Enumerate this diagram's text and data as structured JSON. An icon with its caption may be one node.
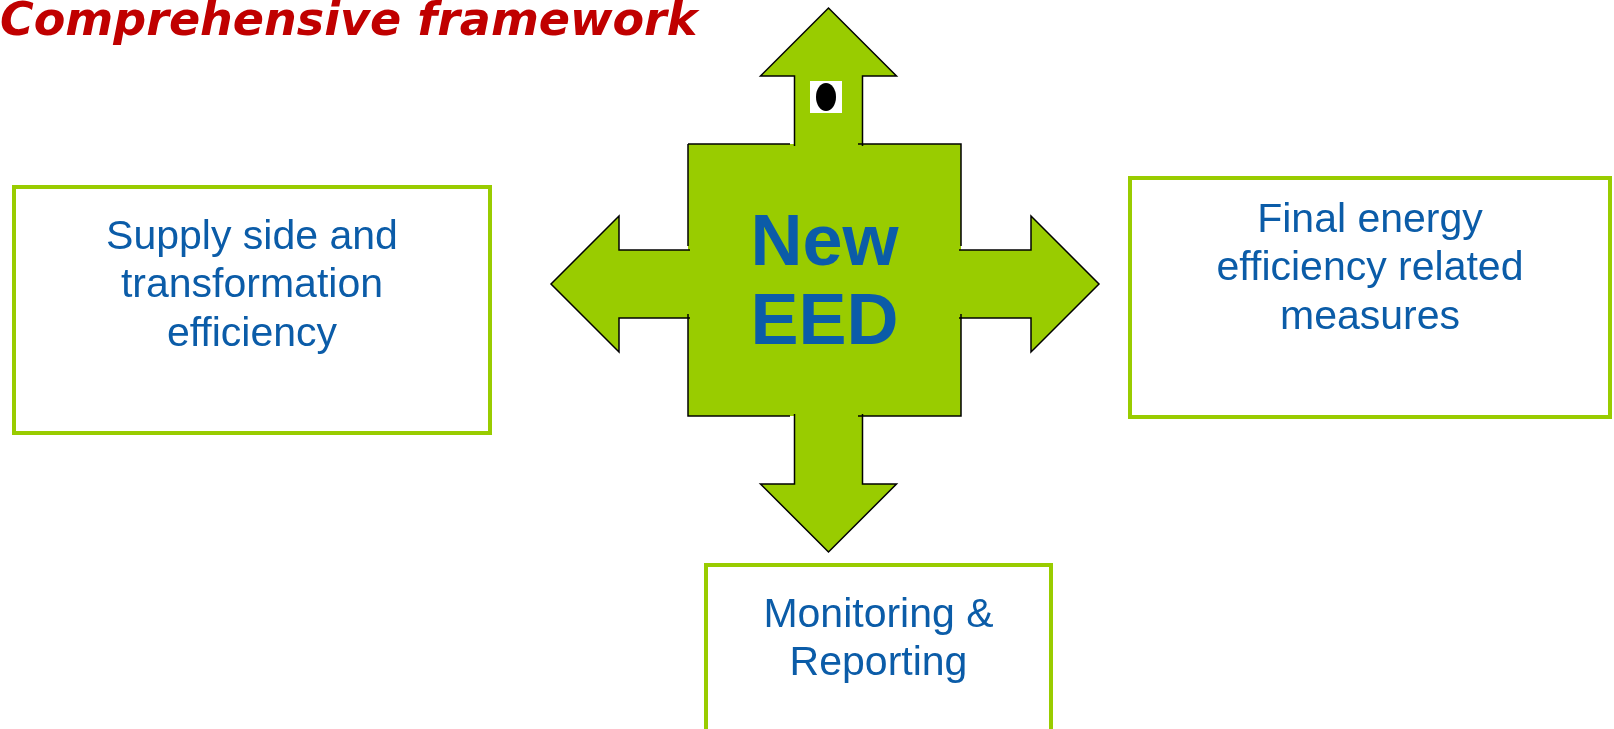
{
  "diagram": {
    "title": "Comprehensive framework",
    "nodes": [
      {
        "text": [
          "Supply side and transformation efficiency"
        ]
      },
      {
        "text": [
          "New EED"
        ]
      },
      {
        "text": [
          "Final energy efficiency related measures"
        ]
      },
      {
        "text": [
          "Monitoring & Reporting"
        ]
      }
    ],
    "edges": [
      {
        "from": 1,
        "to": null,
        "arrow": "to"
      },
      {
        "from": 1,
        "to": 0,
        "arrow": "to"
      },
      {
        "from": 1,
        "to": 2,
        "arrow": "to"
      },
      {
        "from": 1,
        "to": 3,
        "arrow": "to"
      }
    ]
  }
}
